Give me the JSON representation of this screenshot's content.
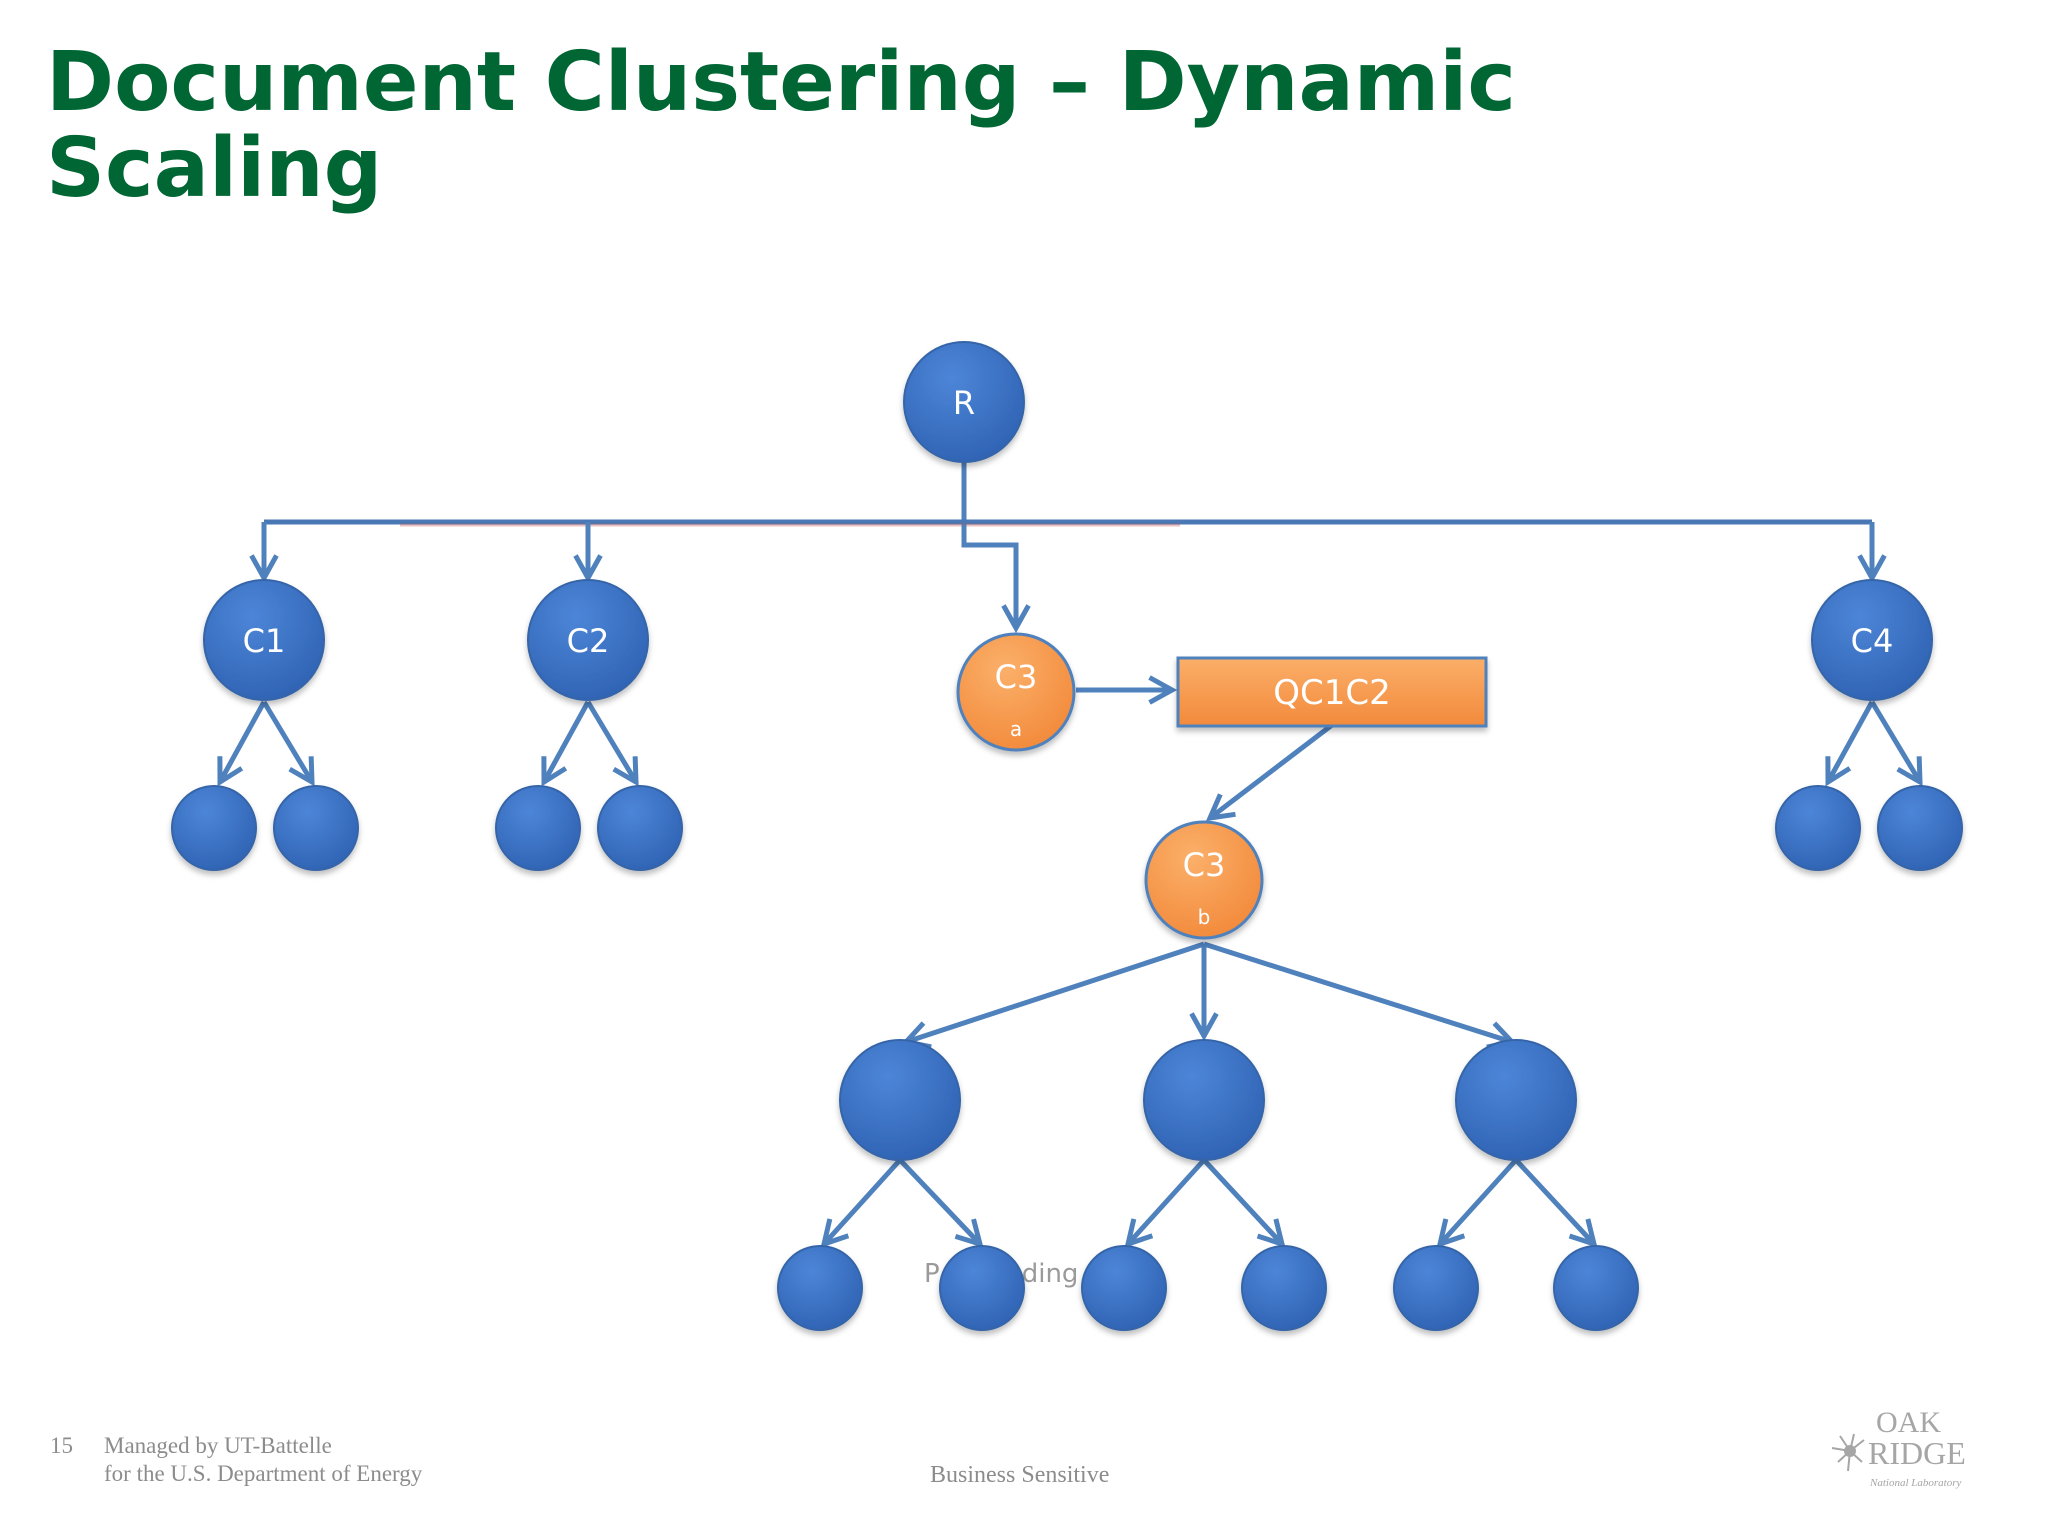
{
  "slide": {
    "title_line1": "Document Clustering – Dynamic",
    "title_line2": "Scaling",
    "page_number": "15",
    "footer_line1": "Managed by UT-Battelle",
    "footer_line2": "for the U.S. Department of Energy",
    "footer_center": "Business Sensitive",
    "ghost_text": "P        ading"
  },
  "logo": {
    "name": "oak-ridge-logo",
    "line1": "OAK",
    "line2": "RIDGE",
    "line3": "National Laboratory"
  },
  "colors": {
    "title": "#006633",
    "blue_node": "#3a70c4",
    "orange_node": "#f79646",
    "connector": "#4f81bd",
    "footer_text": "#8c8c8c"
  },
  "nodes": {
    "root": "R",
    "c1": "C1",
    "c2": "C2",
    "c3a_main": "C3",
    "c3a_sub": "a",
    "queue": "QC1C2",
    "c3b_main": "C3",
    "c3b_sub": "b",
    "c4": "C4"
  }
}
